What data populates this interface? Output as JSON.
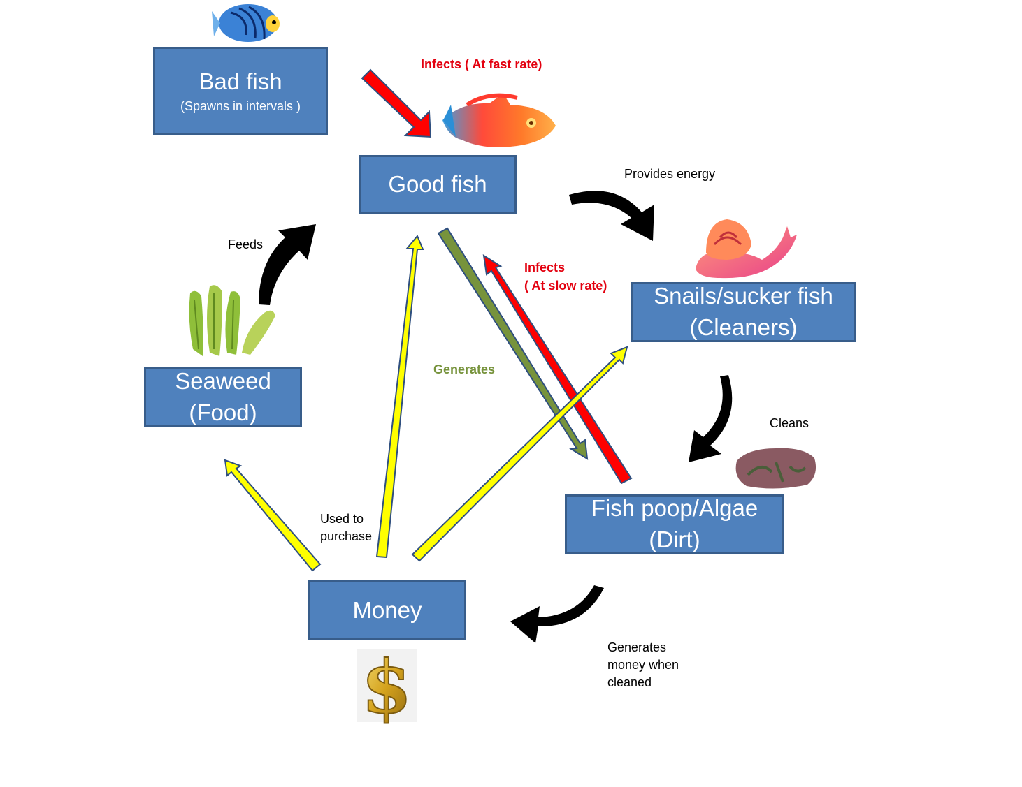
{
  "colors": {
    "node_fill": "#4f81bd",
    "node_border": "#385d8a",
    "node_text": "#ffffff",
    "infect_arrow": "#ff0000",
    "generate_arrow": "#77933c",
    "money_arrow": "#ffff00",
    "flow_arrow": "#000000"
  },
  "nodes": {
    "bad_fish": {
      "title": "Bad fish",
      "subtitle": "(Spawns in intervals )"
    },
    "good_fish": {
      "title": "Good fish"
    },
    "snails": {
      "title": "Snails/sucker  fish",
      "subtitle": "(Cleaners)"
    },
    "seaweed": {
      "title": "Seaweed",
      "subtitle": "(Food)"
    },
    "fish_poop": {
      "title": "Fish poop/Algae",
      "subtitle": "(Dirt)"
    },
    "money": {
      "title": "Money"
    }
  },
  "edge_labels": {
    "infects_fast": "Infects ( At fast rate)",
    "provides_energy": "Provides energy",
    "feeds": "Feeds",
    "infects_slow": "Infects\n( At slow rate)",
    "generates": "Generates",
    "cleans": "Cleans",
    "used_to_purchase": "Used to\npurchase",
    "generates_money": "Generates\nmoney when\ncleaned"
  },
  "icons": {
    "bad_fish": "blue-angelfish-icon",
    "good_fish": "red-fish-icon",
    "snail": "snail-icon",
    "seaweed": "seaweed-icon",
    "algae": "algae-rock-icon",
    "money": "dollar-sign-icon"
  }
}
